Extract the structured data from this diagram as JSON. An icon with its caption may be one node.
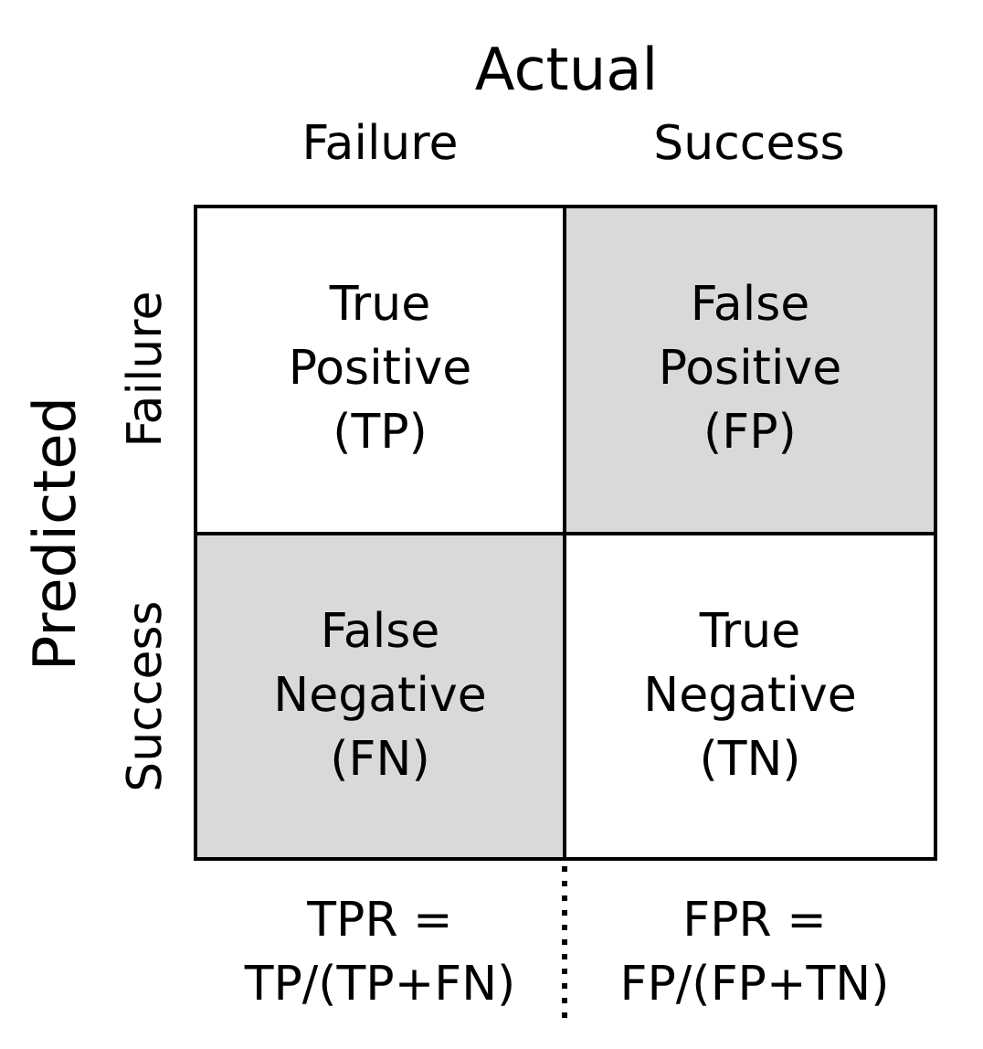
{
  "diagram": {
    "title": "Actual",
    "nodes": [
      {
        "text": [
          "True Positive (TP)"
        ]
      },
      {
        "text": [
          "False Positive (FP)"
        ]
      },
      {
        "text": [
          "False Negative (FN)"
        ]
      },
      {
        "text": [
          "True Negative (TN)"
        ]
      }
    ],
    "edges": [],
    "labels": [
      "Failure",
      "Success",
      "Predicted",
      "Failure",
      "Success",
      "TPR = TP/(TP+FN)",
      "FPR = FP/(FP+TN)"
    ]
  }
}
